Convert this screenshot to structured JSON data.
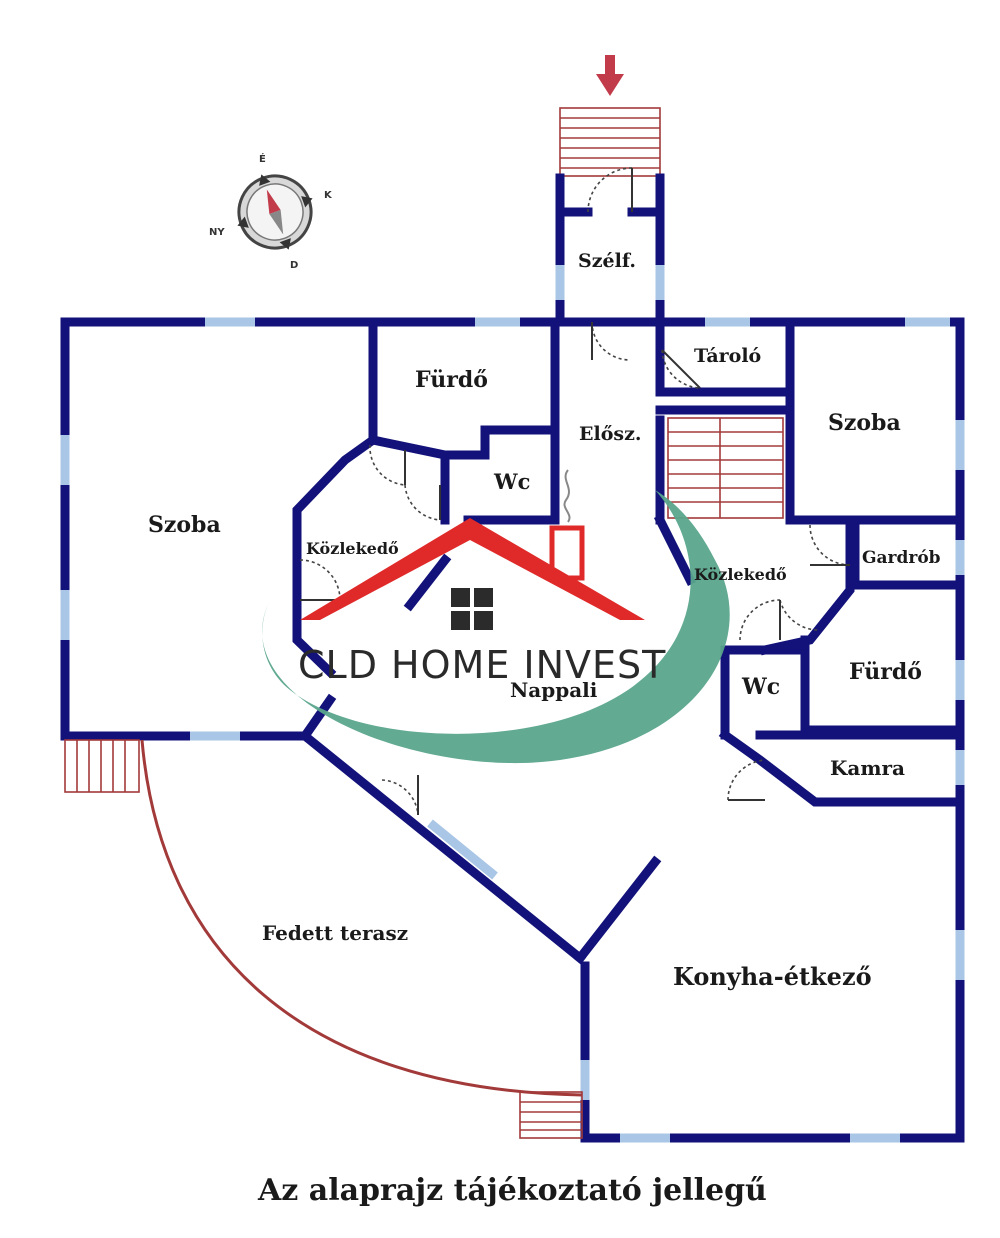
{
  "rooms": {
    "szelf": "Szélf.",
    "furdo1": "Fürdő",
    "tarolo": "Tároló",
    "szoba_left": "Szoba",
    "eloszoba": "Elősz.",
    "szoba_right": "Szoba",
    "wc1": "Wc",
    "kozlekedo_left": "Közlekedő",
    "gardrob": "Gardrób",
    "kozlekedo_right": "Közlekedő",
    "wc2": "Wc",
    "furdo2": "Fürdő",
    "nappali": "Nappali",
    "kamra": "Kamra",
    "fedett_terasz": "Fedett terasz",
    "konyha": "Konyha-étkező"
  },
  "compass": {
    "north": "É",
    "east": "K",
    "south": "D",
    "west": "NY"
  },
  "logo": {
    "text": "CLD HOME INVEST"
  },
  "caption": "Az alaprajz tájékoztató jellegű",
  "colors": {
    "wall": "#12127a",
    "window": "#a9c6e6",
    "stairs": "#a33a3a",
    "logo_red": "#e02a2a",
    "logo_green": "#5aa58c"
  }
}
